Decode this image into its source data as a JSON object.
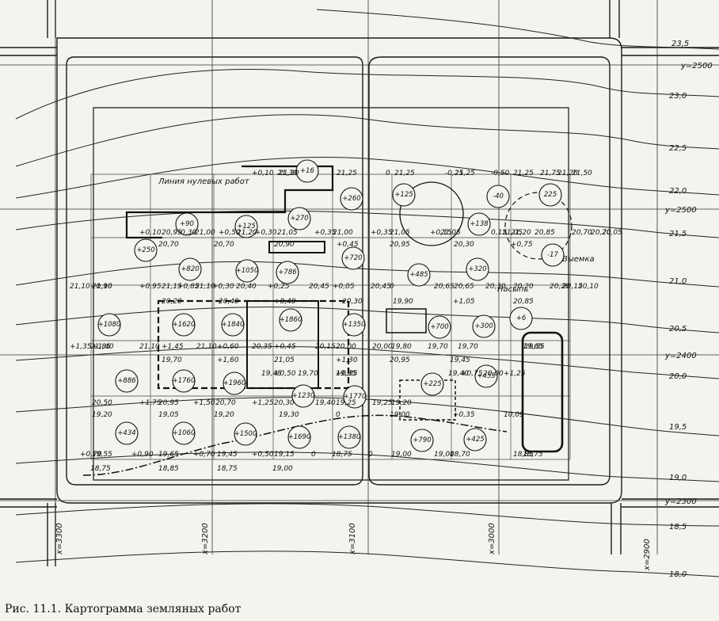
{
  "caption": "Рис. 11.1. Картограмма земляных работ",
  "contours": [
    {
      "label": "23,5"
    },
    {
      "label": "23,0"
    },
    {
      "label": "22,5"
    },
    {
      "label": "22,0"
    },
    {
      "label": "21,5"
    },
    {
      "label": "21,0"
    },
    {
      "label": "20,5"
    },
    {
      "label": "20,0"
    },
    {
      "label": "19,5"
    },
    {
      "label": "19,0"
    },
    {
      "label": "18,5"
    },
    {
      "label": "18,0"
    }
  ],
  "grid_labels": {
    "y2500_top": "y=2500",
    "y2500": "y=2500",
    "y2400": "y=2400",
    "y2300": "y=2300",
    "x3300": "x=3300",
    "x3200": "x=3200",
    "x3100": "x=3100",
    "x3000": "x=3000",
    "x2900": "x=2900"
  },
  "annotations": {
    "zero_line": "Линия нулевых работ",
    "cut": "Выемка",
    "fill": "Насыпь"
  },
  "volumes": [
    "+16",
    "+270",
    "+90",
    "+125",
    "+250",
    "+820",
    "+1050",
    "+786",
    "+720",
    "+260",
    "+1080",
    "+1620",
    "+1840",
    "+1860",
    "+1350",
    "+886",
    "+1760",
    "+1960",
    "+1230",
    "+1770",
    "+434",
    "+1060",
    "+1500",
    "+1690",
    "+1380",
    "+125",
    "+138",
    "-40",
    "225",
    "+485",
    "+320",
    "-17",
    "+700",
    "+300",
    "+6",
    "+225",
    "+455",
    "+790",
    "+425"
  ],
  "spot_marks": [
    "+0,10",
    "21,30",
    "21,20",
    "21,25",
    "0",
    "21,25",
    "-0,25",
    "21,25",
    "-0,50",
    "21,25",
    "21,75",
    "21,50",
    "21,20",
    "+0,10",
    "20,95",
    "-0,30",
    "21,00",
    "+0,50",
    "21,20",
    "+0,30",
    "21,05",
    "+0,35",
    "21,00",
    "+0,35",
    "21,05",
    "+0,15",
    "21,05",
    "0,15",
    "21,05",
    "21,20",
    "20,85",
    "20,70",
    "20,70",
    "20,05",
    "20,70",
    "20,70",
    "20,90",
    "+0,45",
    "20,95",
    "20,30",
    "+0,75",
    "21,10",
    "+0,90",
    "21,10",
    "+0,95",
    "21,15",
    "+0,85",
    "21,10",
    "+0,30",
    "20,40",
    "+0,25",
    "20,45",
    "+0,05",
    "20,45",
    "0",
    "20,65",
    "20,65",
    "20,30",
    "20,20",
    "20,20",
    "20,15",
    "20,10",
    "20,20",
    "20,40",
    "+0,40",
    "20,30",
    "19,90",
    "+1,05",
    "20,85",
    "+1,35",
    "21,85",
    "+1,40",
    "21,10",
    "+1,45",
    "21,10",
    "+0,60",
    "20,35",
    "+0,45",
    "20,15",
    "20,00",
    "20,00",
    "19,80",
    "19,70",
    "19,70",
    "19,65",
    "19,55",
    "19,70",
    "+1,60",
    "21,05",
    "+1,30",
    "20,95",
    "19,45",
    "19,45",
    "+0,50",
    "19,70",
    "+0,35",
    "19,35",
    "19,40",
    "+0,75",
    "20,00",
    "+1,25",
    "20,50",
    "+1,75",
    "20,95",
    "+1,50",
    "20,70",
    "+1,25",
    "20,30",
    "19,40",
    "19,25",
    "19,25",
    "19,20",
    "19,20",
    "19,05",
    "19,20",
    "19,30",
    "0",
    "19,00",
    "+0,35",
    "10,09",
    "+0,70",
    "19,55",
    "+0,90",
    "19,65",
    "+0,70",
    "19,45",
    "+0,50",
    "19,15",
    "0",
    "18,75",
    "0",
    "19,00",
    "19,00",
    "18,70",
    "18,85",
    "18,75",
    "18,75",
    "18,85",
    "18,75",
    "19,00"
  ]
}
